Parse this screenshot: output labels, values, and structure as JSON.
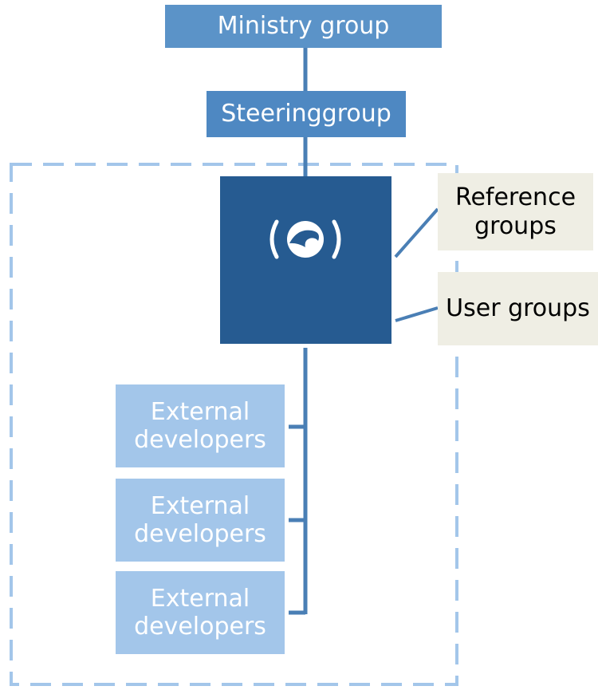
{
  "ministry_label": "Ministry group",
  "steering_label": "Steeringgroup",
  "reference_label": "Reference groups",
  "user_label": "User groups",
  "developers": [
    {
      "label": "External developers"
    },
    {
      "label": "External developers"
    },
    {
      "label": "External developers"
    }
  ],
  "core_icon": "wave-in-circle-icon",
  "colors": {
    "ministry": "#5b93c8",
    "steering": "#4e88c2",
    "core": "#265b91",
    "developers": "#a3c6ea",
    "side_groups": "#efeee4",
    "connectors": "#4a7fb5",
    "dashed_frame": "#a3c6ea"
  }
}
